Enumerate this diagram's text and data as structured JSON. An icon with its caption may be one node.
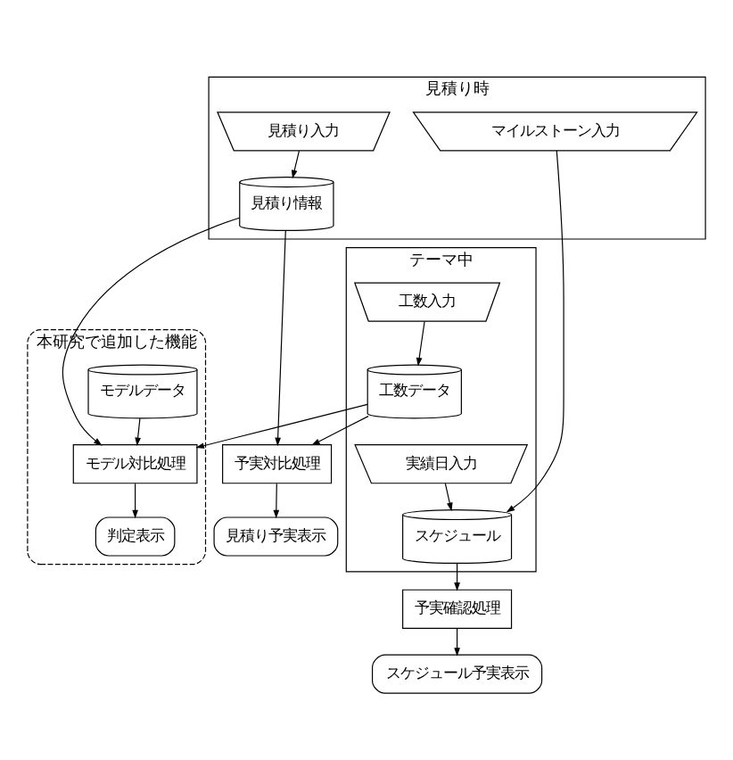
{
  "diagram": {
    "nodes": [
      {
        "text": [
          "見積り時"
        ]
      },
      {
        "text": [
          "マイルストーン入力"
        ],
        "in": 0
      },
      {
        "text": [
          "見積り入力"
        ],
        "in": 0
      },
      {
        "text": [
          "見積り情報"
        ],
        "in": 0
      },
      {
        "text": [
          "予実対比処理"
        ]
      },
      {
        "text": [
          "見積り予実表示"
        ]
      },
      {
        "text": [
          "テーマ中"
        ]
      },
      {
        "text": [
          "工数入力"
        ],
        "in": 6
      },
      {
        "text": [
          "工数データ"
        ],
        "in": 6
      },
      {
        "text": [
          "本研究で追加した機能"
        ]
      },
      {
        "text": [
          "モデルデータ"
        ],
        "in": 9
      },
      {
        "text": [
          "モデル対比処理"
        ],
        "in": 9
      },
      {
        "text": [
          "判定表示"
        ],
        "in": 9
      },
      {
        "text": [
          "実績日入力"
        ],
        "in": 6
      },
      {
        "text": [
          "スケジュール"
        ],
        "in": 6
      },
      {
        "text": [
          "予実確認処理"
        ]
      },
      {
        "text": [
          "スケジュール予実表示"
        ]
      }
    ],
    "edges": [
      {
        "from": 2,
        "to": 3,
        "arrow": "to"
      },
      {
        "from": 3,
        "to": 4,
        "arrow": "to"
      },
      {
        "from": 3,
        "to": 11,
        "arrow": "to"
      },
      {
        "from": 4,
        "to": 5,
        "arrow": "to"
      },
      {
        "from": 7,
        "to": 8,
        "arrow": "to"
      },
      {
        "from": 8,
        "to": 4,
        "arrow": "to"
      },
      {
        "from": 8,
        "to": 11,
        "arrow": "to"
      },
      {
        "from": 10,
        "to": 11,
        "arrow": "to"
      },
      {
        "from": 11,
        "to": 12,
        "arrow": "to"
      },
      {
        "from": 13,
        "to": 14,
        "arrow": "to"
      },
      {
        "from": 1,
        "to": 14,
        "arrow": "to"
      },
      {
        "from": 14,
        "to": 15,
        "arrow": "to"
      },
      {
        "from": 15,
        "to": 16,
        "arrow": "to"
      }
    ]
  }
}
